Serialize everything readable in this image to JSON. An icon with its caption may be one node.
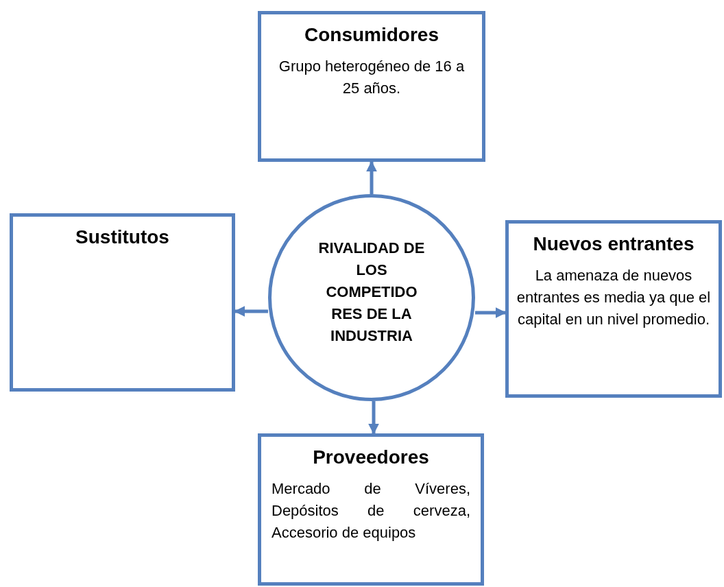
{
  "diagram": {
    "nodes": [
      {
        "text": [
          "Consumidores",
          "Grupo heterogéneo de 16  a 25 años."
        ]
      },
      {
        "text": [
          "Sustitutos"
        ]
      },
      {
        "text": [
          "RIVALIDAD DE LOS COMPETIDO RES DE LA INDUSTRIA"
        ]
      },
      {
        "text": [
          "Nuevos entrantes",
          "La amenaza de nuevos entrantes es media ya que el capital en un nivel promedio."
        ]
      },
      {
        "text": [
          "Proveedores",
          "Mercado de Víveres, Depósitos de cerveza, Accesorio de equipos"
        ]
      }
    ],
    "edges": [
      {
        "from": 2,
        "to": 0,
        "arrow": "to"
      },
      {
        "from": 2,
        "to": 1,
        "arrow": "to"
      },
      {
        "from": 2,
        "to": 3,
        "arrow": "to"
      },
      {
        "from": 2,
        "to": 4,
        "arrow": "to"
      }
    ]
  }
}
